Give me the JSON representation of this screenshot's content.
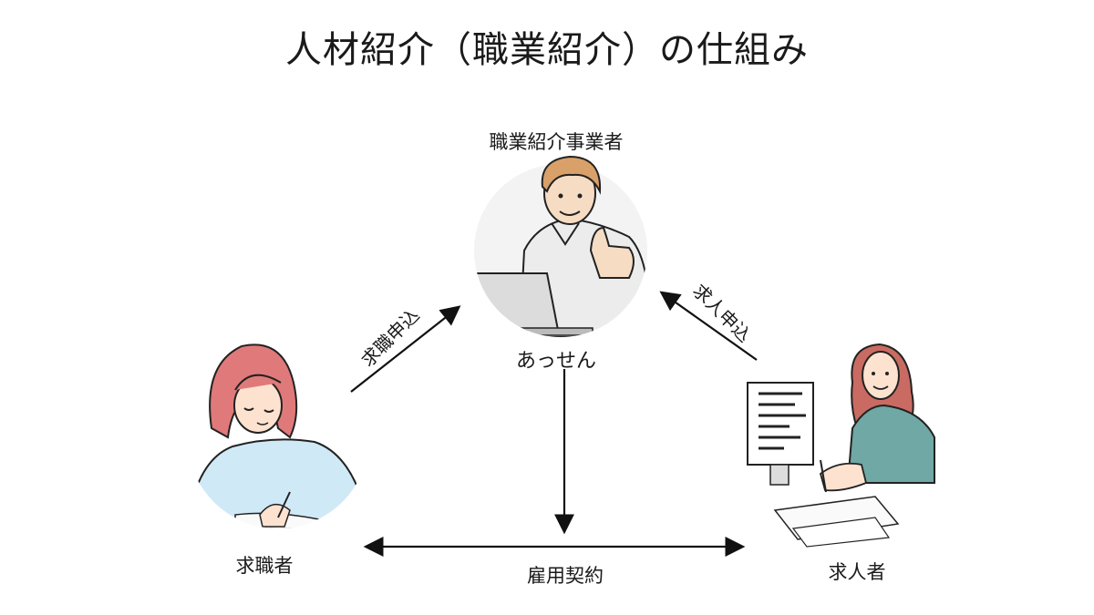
{
  "title": "人材紹介（職業紹介）の仕組み",
  "nodes": {
    "agency": {
      "role_label": "職業紹介事業者",
      "name_label": "あっせん"
    },
    "seeker": {
      "label": "求職者"
    },
    "employer": {
      "label": "求人者"
    }
  },
  "edges": {
    "seeker_to_agency": "求職申込",
    "employer_to_agency": "求人申込",
    "contract": "雇用契約"
  },
  "colors": {
    "line": "#111111",
    "seeker_hair": "#e07a7a",
    "seeker_shirt": "#cfe9f7",
    "employer_shirt": "#6fa8a5",
    "agency_hair": "#d9a06a"
  }
}
